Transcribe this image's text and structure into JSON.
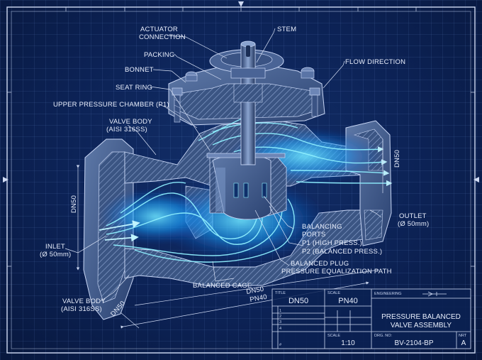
{
  "labels": {
    "actuator_1": "ACTUATOR",
    "actuator_2": "CONNECTION",
    "stem": "STEM",
    "packing": "PACKING",
    "bonnet": "BONNET",
    "flow_direction": "FLOW DIRECTION",
    "seat_ring": "SEAT RING",
    "upper_chamber": "UPPER PRESSURE CHAMBER (P1)",
    "valve_body_1": "VALVE BODY",
    "valve_body_2": "(AISI 316SS)",
    "dn50_top": "DN50",
    "dn50_left": "DN50",
    "outlet_1": "OUTLET",
    "outlet_2": "(Ø 50mm)",
    "balancing_1": "BALANCING",
    "balancing_2": "PORTS",
    "p1": "P1 (HIGH PRESS.)",
    "p2": "P2 (BALANCED PRESS.)",
    "inlet_1": "INLET",
    "inlet_2": "(Ø 50mm)",
    "plug_1": "BALANCED PLUG",
    "plug_2": "PRESSURE EQUALIZATION PATH",
    "cage": "BALANCED CAGE",
    "valve_body_b1": "VALVE BODY",
    "valve_body_b2": "(AISI 316SS)",
    "dim_dn50_1": "DN50",
    "dim_pn40": "PN40",
    "dim_dn50_2": "DN50"
  },
  "title_block": {
    "title_header": "TITLE",
    "title_value": "DN50",
    "scale_header": "SCALE",
    "scale_value": "PN40",
    "engineering_header": "ENGINEERING",
    "name_1": "PRESSURE BALANCED",
    "name_2": "VALVE ASSEMBLY",
    "scale2_header": "SCALE",
    "scale2_value": "1:10",
    "drg_header": "DRG. NO:",
    "drg_value": "BV-2104-BP",
    "nrt_header": "NRT",
    "nrt_value": "A",
    "rows": [
      "1",
      "2",
      "3",
      "4"
    ],
    "hash": "#"
  }
}
